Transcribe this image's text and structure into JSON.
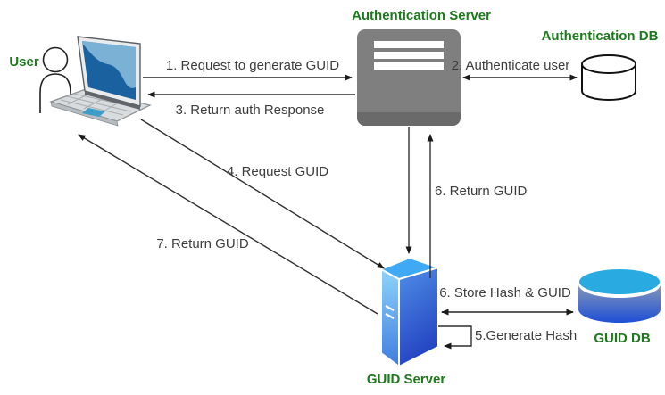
{
  "diagram": {
    "title": "GUID generation authentication flow",
    "nodes": {
      "user": {
        "label": "User"
      },
      "auth_server": {
        "label": "Authentication Server"
      },
      "auth_db": {
        "label": "Authentication DB"
      },
      "guid_server": {
        "label": "GUID Server"
      },
      "guid_db": {
        "label": "GUID DB"
      }
    },
    "messages": [
      {
        "label": "1. Request to generate GUID",
        "from": "user",
        "to": "auth_server",
        "bidirectional": false
      },
      {
        "label": "2. Authenticate user",
        "from": "auth_server",
        "to": "auth_db",
        "bidirectional": true
      },
      {
        "label": "3. Return auth Response",
        "from": "auth_server",
        "to": "user",
        "bidirectional": false
      },
      {
        "label": "4. Request GUID",
        "from": "user",
        "to": "guid_server",
        "bidirectional": false
      },
      {
        "label": "5.Generate Hash",
        "from": "guid_server",
        "to": "guid_server",
        "bidirectional": false
      },
      {
        "label": "6. Return GUID",
        "from": "guid_server",
        "to": "auth_server",
        "bidirectional": false
      },
      {
        "label": "6. Store Hash & GUID",
        "from": "guid_server",
        "to": "guid_db",
        "bidirectional": true
      },
      {
        "label": "7. Return GUID",
        "from": "guid_server",
        "to": "user",
        "bidirectional": false
      }
    ],
    "colors": {
      "node_label_green": "#1e781e",
      "message_text": "#3d3d3d",
      "arrow_gray": "#5b5b5b",
      "arrow_dark": "#2f2f2f",
      "auth_server_gray": "#7f7f7f",
      "guid_server_blue": "#2d55cc",
      "guid_db_top_blue": "#29abe2",
      "laptop_screen_blue": "#19619f"
    }
  }
}
